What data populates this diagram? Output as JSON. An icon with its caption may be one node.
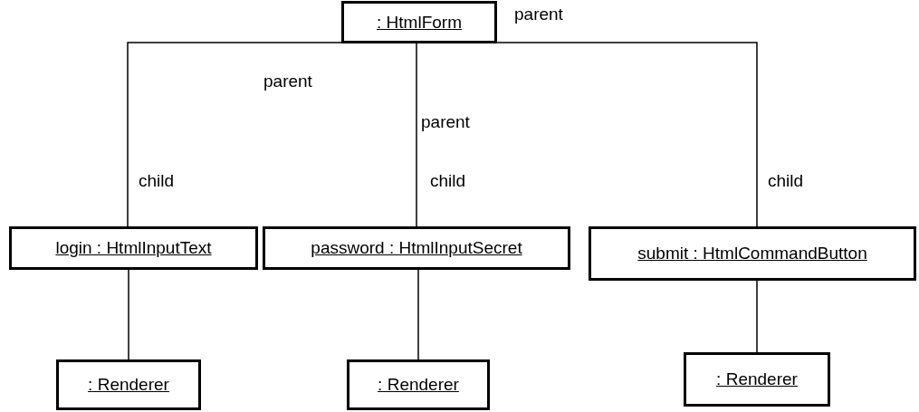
{
  "diagram": {
    "nodes": [
      {
        "text": [
          ": HtmlForm"
        ]
      },
      {
        "text": [
          "login : HtmlInputText"
        ]
      },
      {
        "text": [
          "password : HtmlInputSecret"
        ]
      },
      {
        "text": [
          "submit : HtmlCommandButton"
        ]
      },
      {
        "text": [
          ": Renderer"
        ]
      },
      {
        "text": [
          ": Renderer"
        ]
      },
      {
        "text": [
          ": Renderer"
        ]
      }
    ],
    "edges": [
      {
        "from": 0,
        "to": 1,
        "arrow": "none"
      },
      {
        "from": 0,
        "to": 2,
        "arrow": "none"
      },
      {
        "from": 0,
        "to": 3,
        "arrow": "none"
      },
      {
        "from": 1,
        "to": 4,
        "arrow": "none"
      },
      {
        "from": 2,
        "to": 5,
        "arrow": "none"
      },
      {
        "from": 3,
        "to": 6,
        "arrow": "none"
      }
    ],
    "labels": [
      "parent",
      "parent",
      "parent",
      "child",
      "child",
      "child"
    ]
  }
}
